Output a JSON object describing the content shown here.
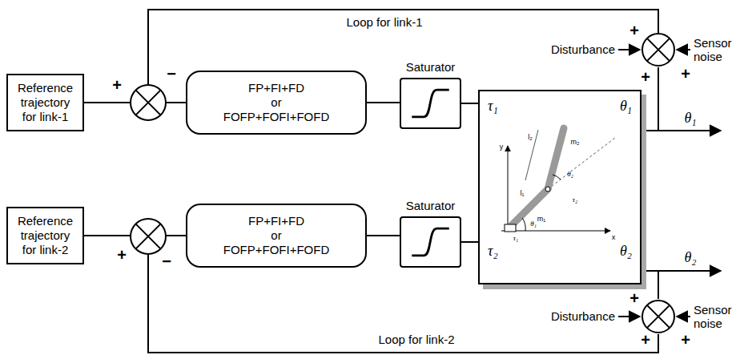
{
  "diagram": {
    "nodes": [
      {
        "text": [
          "Reference trajectory for link-1"
        ]
      },
      {
        "text": [
          "FP+FI+FD",
          "or",
          "FOFP+FOFI+FOFD"
        ]
      },
      {
        "text": [
          "Saturator"
        ]
      },
      {
        "text": [
          "τ₁",
          "θ₁",
          "τ₂",
          "θ₂"
        ]
      },
      {
        "text": [
          "Reference trajectory for link-2"
        ]
      },
      {
        "text": [
          "FP+FI+FD",
          "or",
          "FOFP+FOFI+FOFD"
        ]
      },
      {
        "text": [
          "Saturator"
        ]
      }
    ],
    "edges": [
      {
        "from": 0,
        "to": 1,
        "arrow": "none"
      },
      {
        "from": 1,
        "to": 2,
        "arrow": "none"
      },
      {
        "from": 2,
        "to": 3,
        "arrow": "none"
      },
      {
        "from": 4,
        "to": 5,
        "arrow": "none"
      },
      {
        "from": 5,
        "to": 6,
        "arrow": "none"
      },
      {
        "from": 6,
        "to": 3,
        "arrow": "none"
      }
    ],
    "labels": [
      "Loop for link-1",
      "Loop for link-2",
      "+",
      "−",
      "+",
      "−",
      "Disturbance",
      "+",
      "+",
      "Sensor noise",
      "+",
      "θ₁",
      "θ₂",
      "Disturbance",
      "+",
      "+",
      "Sensor noise",
      "+",
      "y",
      "x",
      "l₁",
      "l₂",
      "m₁",
      "m₂",
      "θ₁",
      "θ₂",
      "τ₁",
      "τ₂"
    ]
  }
}
